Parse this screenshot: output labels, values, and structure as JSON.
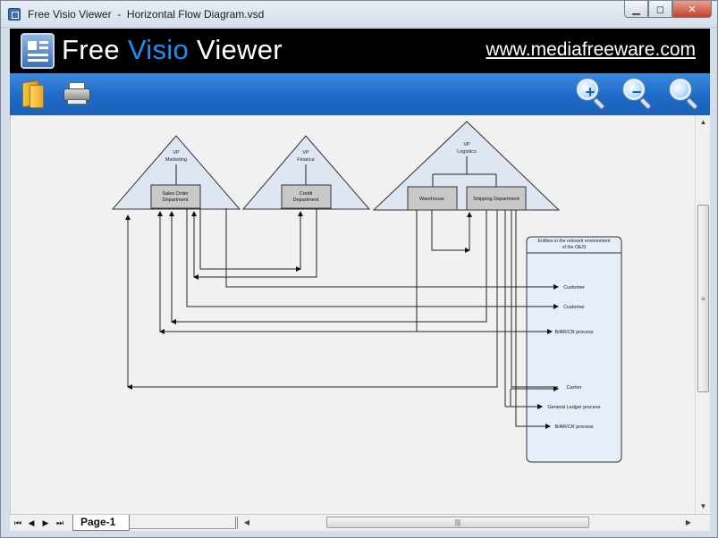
{
  "window": {
    "title": "Free Visio Viewer  -  Horizontal Flow Diagram.vsd",
    "minimize_glyph": "▁",
    "maximize_glyph": "◻",
    "close_glyph": "✕"
  },
  "banner": {
    "brand_prefix": "Free ",
    "brand_accent": "Visio",
    "brand_suffix": " Viewer",
    "website": "www.mediafreeware.com"
  },
  "toolbar": {
    "icons": [
      "folder-icon",
      "printer-icon",
      "zoom-in-icon",
      "zoom-out-icon",
      "zoom-fit-icon"
    ],
    "zoom_in_symbol": "+",
    "zoom_out_symbol": "−"
  },
  "diagram": {
    "departments": [
      {
        "heading": [
          "VP",
          "Marketing"
        ],
        "box": [
          "Sales Order",
          "Department"
        ]
      },
      {
        "heading": [
          "VP",
          "Finance"
        ],
        "box": [
          "Credit",
          "Department"
        ]
      },
      {
        "heading": [
          "VP",
          "Logistics"
        ],
        "boxes": [
          "Warehouse",
          "Shipping Department"
        ]
      }
    ],
    "entities_title": [
      "Entities in the relevant environment",
      "of the OE/S"
    ],
    "entity_labels": [
      "Customer",
      "Customer",
      "B/AR/CR process",
      "Carrier",
      "General Ledger process",
      "B/AR/CR process"
    ]
  },
  "pager": {
    "first": "⏮",
    "prev": "◀",
    "next": "▶",
    "last": "⏭",
    "page_tab": "Page-1"
  },
  "colors": {
    "banner_bg": "#000000",
    "brand_accent": "#1f8ff0",
    "toolbar_blue": "#1d6ac7",
    "triangle_fill": "#dde6f1",
    "box_fill": "#c8c8c8",
    "entities_fill": "#e6eef9"
  }
}
